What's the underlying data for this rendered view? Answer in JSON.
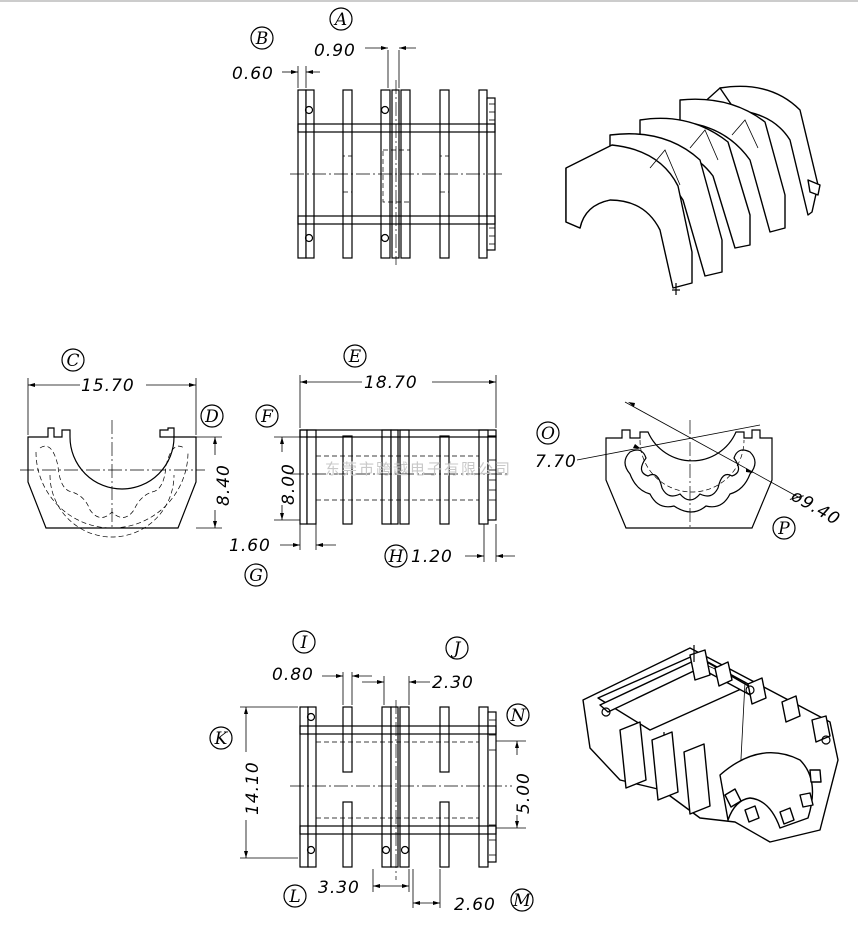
{
  "watermark": "东莞市跨越电子有限公司",
  "callouts": [
    "A",
    "B",
    "C",
    "D",
    "E",
    "F",
    "G",
    "H",
    "I",
    "J",
    "K",
    "L",
    "M",
    "N",
    "O",
    "P"
  ],
  "dimensions": {
    "A": "0.90",
    "B": "0.60",
    "C": "15.70",
    "D": "8.40",
    "E": "18.70",
    "F": "8.00",
    "G": "1.60",
    "H": "1.20",
    "I": "0.80",
    "J": "2.30",
    "K": "14.10",
    "L": "3.30",
    "M": "2.60",
    "N": "5.00",
    "O": "7.70",
    "P": "ø9.40"
  }
}
